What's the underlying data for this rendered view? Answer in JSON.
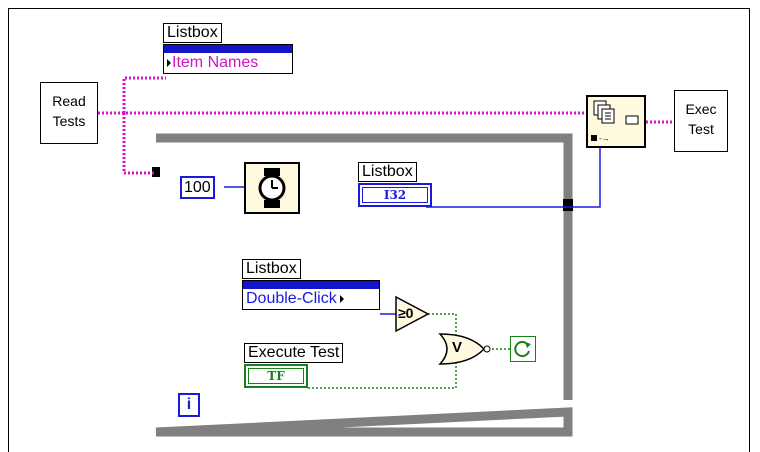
{
  "subvis": {
    "read_tests": [
      "Read",
      "Tests"
    ],
    "exec_test": [
      "Exec",
      "Test"
    ]
  },
  "listbox_top": {
    "label": "Listbox",
    "property": "Item Names"
  },
  "while_loop": {
    "wait_constant": "100",
    "iteration_terminal": "i",
    "listbox_value": {
      "label": "Listbox",
      "type": "I32"
    },
    "listbox_doubleclick": {
      "label": "Listbox",
      "property": "Double-Click"
    },
    "execute_test": {
      "label": "Execute Test",
      "type": "TF"
    },
    "compare_label": "≥0",
    "or_label": "V",
    "loop_condition_icon": "continue-if-true-icon"
  },
  "colors": {
    "string_wire": "#d313c8",
    "numeric_wire": "#1a1adc",
    "boolean_wire": "#18801a",
    "loop_border": "#808080",
    "node_fill": "#fffadf"
  }
}
